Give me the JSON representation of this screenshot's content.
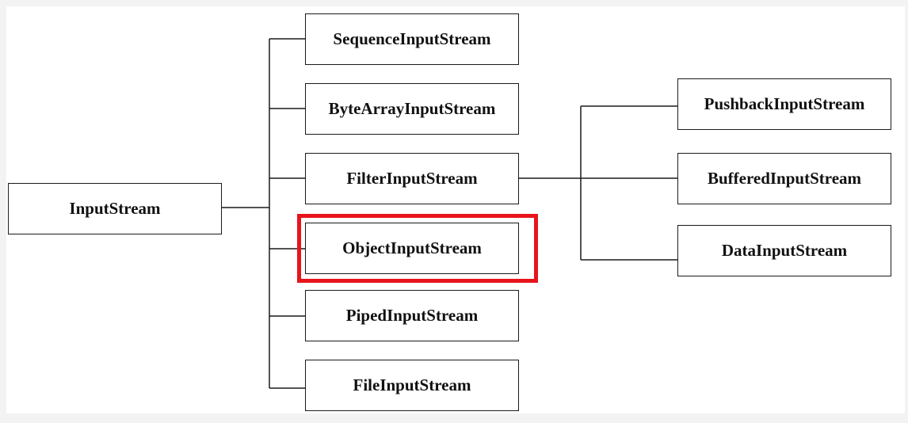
{
  "diagram": {
    "root": "InputStream",
    "children": [
      "SequenceInputStream",
      "ByteArrayInputStream",
      "FilterInputStream",
      "ObjectInputStream",
      "PipedInputStream",
      "FileInputStream"
    ],
    "filter_children": [
      "PushbackInputStream",
      "BufferedInputStream",
      "DataInputStream"
    ],
    "highlighted": "ObjectInputStream",
    "highlight_color": "#e8141b",
    "line_color": "#1a1a1a"
  }
}
